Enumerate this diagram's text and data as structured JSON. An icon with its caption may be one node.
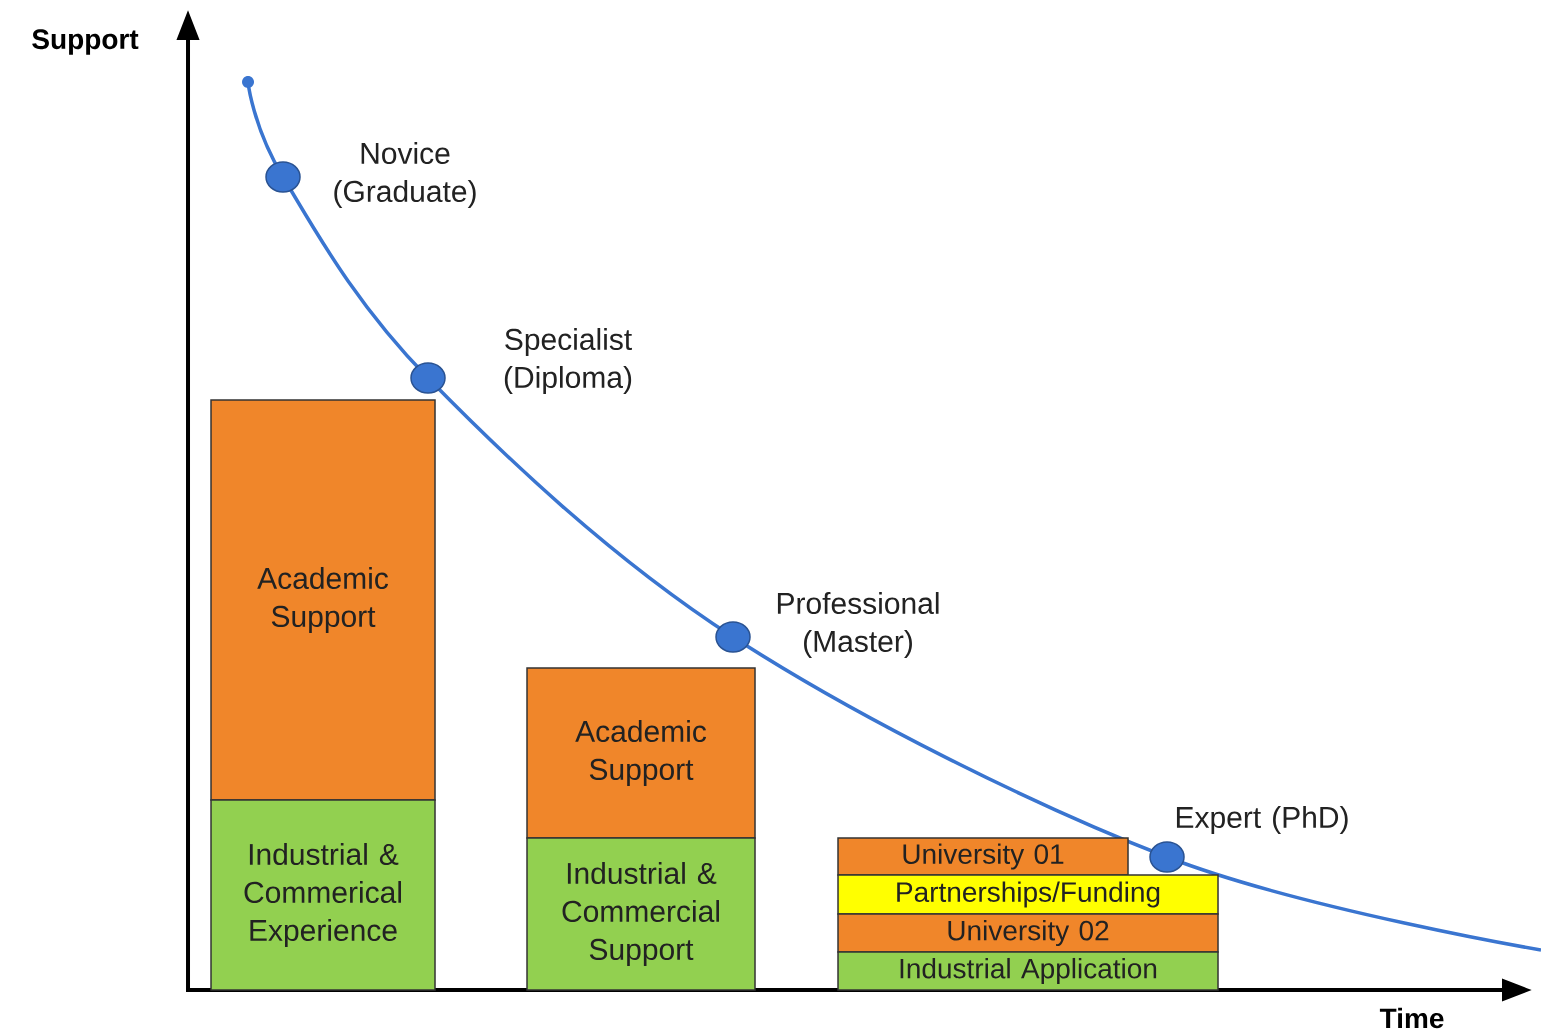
{
  "diagram": {
    "nodes": [
      {
        "text": [
          "Academic Support"
        ]
      },
      {
        "text": [
          "Industrial & Commerical Experience"
        ]
      },
      {
        "text": [
          "Academic Support"
        ]
      },
      {
        "text": [
          "Industrial & Commercial Support"
        ]
      },
      {
        "text": [
          "University 01"
        ]
      },
      {
        "text": [
          "Partnerships/Funding"
        ]
      },
      {
        "text": [
          "University 02"
        ]
      },
      {
        "text": [
          "Industrial Application"
        ]
      },
      {
        "text": [],
        "shape": "circle",
        "beside": [
          "Novice (Graduate)"
        ]
      },
      {
        "text": [],
        "shape": "circle",
        "beside": [
          "Specialist (Diploma)"
        ]
      },
      {
        "text": [],
        "shape": "circle",
        "beside": [
          "Professional (Master)"
        ]
      },
      {
        "text": [],
        "shape": "circle",
        "beside": [
          "Expert (PhD)"
        ]
      }
    ],
    "labels": [
      "Support",
      "Time"
    ]
  }
}
